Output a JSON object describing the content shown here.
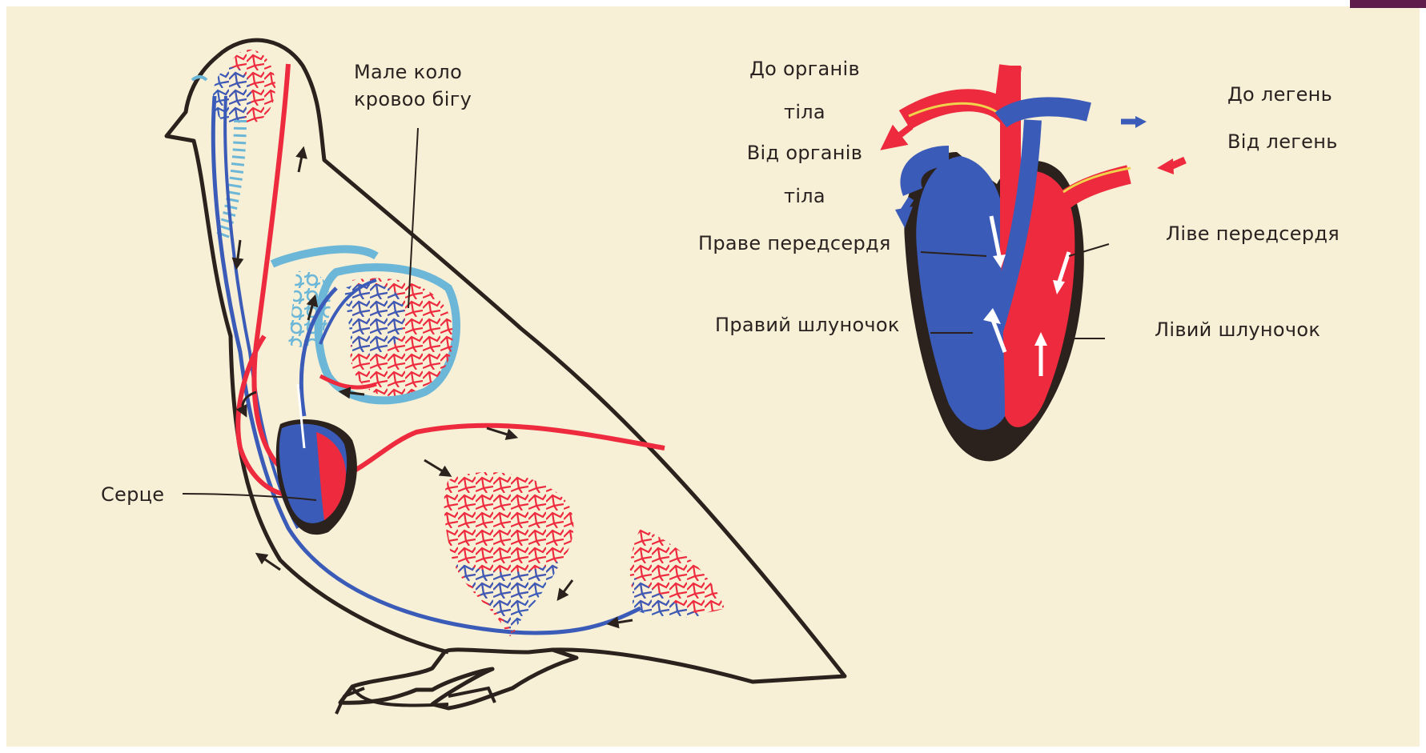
{
  "bird": {
    "label_small_circle_line1": "Мале коло",
    "label_small_circle_line2": "кровоо бігу",
    "label_heart": "Серце"
  },
  "heart": {
    "to_body_line1": "До органів",
    "to_body_line2": "тіла",
    "from_body_line1": "Від органів",
    "from_body_line2": "тіла",
    "to_lungs": "До легень",
    "from_lungs": "Від легень",
    "right_atrium": "Праве передсердя",
    "left_atrium": "Ліве передсердя",
    "right_ventricle": "Правий шлуночок",
    "left_ventricle": "Лівий шлуночок"
  },
  "colors": {
    "arterial": "#ee2a3e",
    "venous": "#3b5bb8",
    "lung_capillaries": "#6cb7d8",
    "outline": "#2b211d",
    "paper": "#f7f0d6"
  }
}
